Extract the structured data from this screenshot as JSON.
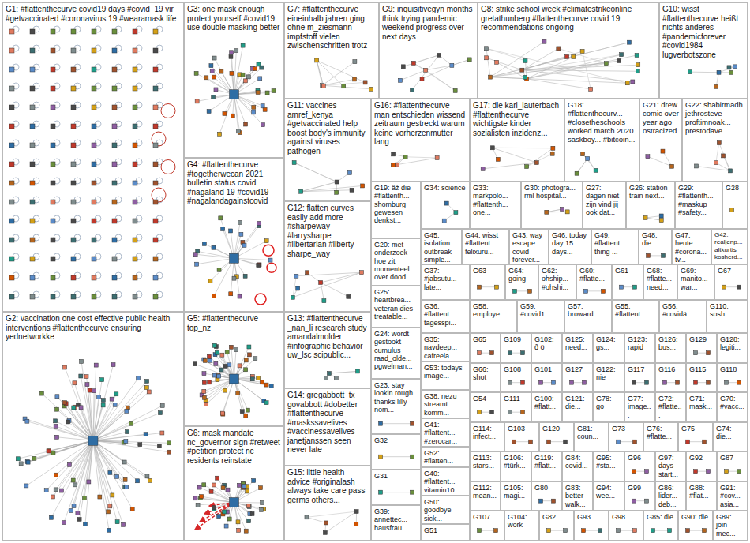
{
  "diagram": {
    "nodes": [
      {
        "text": [
          "G1: #flattenthecurve covid19 days #covid_19 vir #getvaccinated #coronavirus 19 #wearamask life"
        ]
      },
      {
        "text": [
          "G3: one mask enough protect yourself #covid19 use double masking better"
        ]
      },
      {
        "text": [
          "G7: #flattenthecurve eineinhalb jahren ging ohne m_ziesmann impfstoff vielen zwischenschritten trotz"
        ]
      },
      {
        "text": [
          "G9: inquisitivegyn months think trying pandemic weekend progress over next days"
        ]
      },
      {
        "text": [
          "G8: strike school week #climatestrikeonline gretathunberg #flattenthecurve covid 19 recommendations ongoing"
        ]
      },
      {
        "text": [
          "G10: wisst #flattenthecurve heißt nichts anderes #pandemicforever #covid1984 lugverbotszone"
        ]
      },
      {
        "text": [
          "G4: #flattenthecurve #togetherwecan 2021 bulletin status covid #nagaland 19 #covid19 #nagalandagainstcovid"
        ]
      },
      {
        "text": [
          "G11: vaccines amref_kenya #getvaccinated help boost body's immunity against viruses pathogen"
        ]
      },
      {
        "text": [
          "G16: #flattenthecurve man entschieden wissend zeitraum gestreckt warum keine vorherzenmutter lang"
        ]
      },
      {
        "text": [
          "G17: die karl_lauterbach #flattenthecurve wichtigste kinder sozialisten inzidenz..."
        ]
      },
      {
        "text": [
          "G18: #flattenthecurv... #closetheschools worked march 2020 saskboy... #bitcoin..."
        ]
      },
      {
        "text": [
          "G21: drew comic over year ago ostracized"
        ]
      },
      {
        "text": [
          "G22: shabirmadh jethrosteve proftimnoak... prestodave..."
        ]
      },
      {
        "text": [
          "G12: flatten curves easily add more #sharpeway #larrysharpe #libertarian #liberty sharpe_way"
        ]
      },
      {
        "text": [
          "G19: äž die #flattenth... shomburg gewesen denkst..."
        ]
      },
      {
        "text": [
          "G34: science"
        ]
      },
      {
        "text": [
          "G33: markpolo... #flattenth... one..."
        ]
      },
      {
        "text": [
          "G30: photogra... rml hospital..."
        ]
      },
      {
        "text": [
          "G27: dagen niet zijn vind jij ook dat..."
        ]
      },
      {
        "text": [
          "G26: station train next..."
        ]
      },
      {
        "text": [
          "G29: #flattenth... #maskup #safety..."
        ]
      },
      {
        "text": [
          "G28"
        ]
      },
      {
        "text": [
          "G45: isolation outbreak simple..."
        ]
      },
      {
        "text": [
          "G44: wisst #flattent... felixuru..."
        ]
      },
      {
        "text": [
          "G43: way escape covid forever..."
        ]
      },
      {
        "text": [
          "G46: today day 15 days..."
        ]
      },
      {
        "text": [
          "G49: #flattent... thing ..."
        ]
      },
      {
        "text": [
          "G48: die"
        ]
      },
      {
        "text": [
          "G47: heute #corona... tv..."
        ]
      },
      {
        "text": [
          "G42: realjenp... altkurtis kosherd..."
        ]
      },
      {
        "text": [
          "G2: vaccination one cost effective public health interventions #flattenthecurve ensuring yednetworkke"
        ]
      },
      {
        "text": [
          "G5: #flattenthecurve top_nz"
        ]
      },
      {
        "text": [
          "G6: mask mandate nc_governor sign #retweet #petition protect nc residents reinstate"
        ]
      },
      {
        "text": [
          "G13: #flattenthecurve _nan_li research study amandalmolder #infographic behavior uw_lsc scipublic..."
        ]
      },
      {
        "text": [
          "G14: gregabbott_tx govabbott #dobetter #flattenthecurve #maskssavelives #vaccinessavelives janetjanssen seen never late"
        ]
      },
      {
        "text": [
          "G15: little health advice #originalash always take care pass germs others..."
        ]
      },
      {
        "text": [
          "G20: met onderzoek hoe zit momenteel over dood..."
        ]
      },
      {
        "text": [
          "G37: #jabsutu... late..."
        ]
      },
      {
        "text": [
          "G63"
        ]
      },
      {
        "text": [
          "G64: going"
        ]
      },
      {
        "text": [
          "G62: ohship... #ohshi..."
        ]
      },
      {
        "text": [
          "G60: #flatte..."
        ]
      },
      {
        "text": [
          "G61"
        ]
      },
      {
        "text": [
          "G68: #flatte... need..."
        ]
      },
      {
        "text": [
          "G69: manito... war..."
        ]
      },
      {
        "text": [
          "G67"
        ]
      },
      {
        "text": [
          "G25: heartbrea... veteran dies treatable..."
        ]
      },
      {
        "text": [
          "G36: #flattent... tagesspi..."
        ]
      },
      {
        "text": [
          "G58: employe..."
        ]
      },
      {
        "text": [
          "G59: #covid1..."
        ]
      },
      {
        "text": [
          "G57: broward..."
        ]
      },
      {
        "text": [
          "G55: #flattent..."
        ]
      },
      {
        "text": [
          "G56: #covidä..."
        ]
      },
      {
        "text": [
          "G110: sosh..."
        ]
      },
      {
        "text": [
          "G24: wordt gestookt cumulus raad_olde... pgwelman..."
        ]
      },
      {
        "text": [
          "G35: navdeep... cafreela..."
        ]
      },
      {
        "text": [
          "G23: stay lookin rough thanks lilly nom..."
        ]
      },
      {
        "text": [
          "G53: todays image..."
        ]
      },
      {
        "text": [
          "G38: nezu streamt komm..."
        ]
      },
      {
        "text": [
          "G41: #flattent... #zerocar..."
        ]
      },
      {
        "text": [
          "G32"
        ]
      },
      {
        "text": [
          "G52: #flatten..."
        ]
      },
      {
        "text": [
          "G31"
        ]
      },
      {
        "text": [
          "G40: #flattent... vitamin10..."
        ]
      },
      {
        "text": [
          "G50: goodbye sick..."
        ]
      },
      {
        "text": [
          "G39: annettec... hausfrau..."
        ]
      },
      {
        "text": [
          "G51"
        ]
      },
      {
        "text": [
          "G65"
        ]
      },
      {
        "text": [
          "G109"
        ]
      },
      {
        "text": [
          "G102: ð ö"
        ]
      },
      {
        "text": [
          "G125: need..."
        ]
      },
      {
        "text": [
          "G124: gs..."
        ]
      },
      {
        "text": [
          "G123: rapid"
        ]
      },
      {
        "text": [
          "G126: bus..."
        ]
      },
      {
        "text": [
          "G129"
        ]
      },
      {
        "text": [
          "G128: legiti..."
        ]
      },
      {
        "text": [
          "G66: shot"
        ]
      },
      {
        "text": [
          "G108"
        ]
      },
      {
        "text": [
          "G101"
        ]
      },
      {
        "text": [
          "G127"
        ]
      },
      {
        "text": [
          "G122: nie"
        ]
      },
      {
        "text": [
          "G117"
        ]
      },
      {
        "text": [
          "G116"
        ]
      },
      {
        "text": [
          "G115"
        ]
      },
      {
        "text": [
          "G118"
        ]
      },
      {
        "text": [
          "G54"
        ]
      },
      {
        "text": [
          "G111"
        ]
      },
      {
        "text": [
          "G100: #flatt..."
        ]
      },
      {
        "text": [
          "G121: die..."
        ]
      },
      {
        "text": [
          "G78: go"
        ]
      },
      {
        "text": [
          "G77: image..."
        ]
      },
      {
        "text": [
          "G72: #flatte..."
        ]
      },
      {
        "text": [
          "G71: mask..."
        ]
      },
      {
        "text": [
          "G70: #vacc..."
        ]
      },
      {
        "text": [
          "G114: infect..."
        ]
      },
      {
        "text": [
          "G103"
        ]
      },
      {
        "text": [
          "G120"
        ]
      },
      {
        "text": [
          "G81: coun..."
        ]
      },
      {
        "text": [
          "G73"
        ]
      },
      {
        "text": [
          "G76: #flatte..."
        ]
      },
      {
        "text": [
          "G75"
        ]
      },
      {
        "text": [
          "G74: die..."
        ]
      },
      {
        "text": [
          "G113: stars..."
        ]
      },
      {
        "text": [
          "G106: #türk..."
        ]
      },
      {
        "text": [
          "G119: #flatt..."
        ]
      },
      {
        "text": [
          "G84: covid..."
        ]
      },
      {
        "text": [
          "G95: #sta..."
        ]
      },
      {
        "text": [
          "G96"
        ]
      },
      {
        "text": [
          "G97: days start..."
        ]
      },
      {
        "text": [
          "G92"
        ]
      },
      {
        "text": [
          "G87"
        ]
      },
      {
        "text": [
          "G112: mean..."
        ]
      },
      {
        "text": [
          "G105: magi..."
        ]
      },
      {
        "text": [
          "G80"
        ]
      },
      {
        "text": [
          "G83: better walk..."
        ]
      },
      {
        "text": [
          "G94: wee..."
        ]
      },
      {
        "text": [
          "G99"
        ]
      },
      {
        "text": [
          "G86: lider... deb..."
        ]
      },
      {
        "text": [
          "G88: #flat..."
        ]
      },
      {
        "text": [
          "G91: #cov... asia..."
        ]
      },
      {
        "text": [
          "G107"
        ]
      },
      {
        "text": [
          "G104: work"
        ]
      },
      {
        "text": [
          "G82"
        ]
      },
      {
        "text": [
          "G93"
        ]
      },
      {
        "text": [
          "G98"
        ]
      },
      {
        "text": [
          "G85: die"
        ]
      },
      {
        "text": [
          "G90: die"
        ]
      },
      {
        "text": [
          "G89: join mec..."
        ]
      }
    ]
  }
}
